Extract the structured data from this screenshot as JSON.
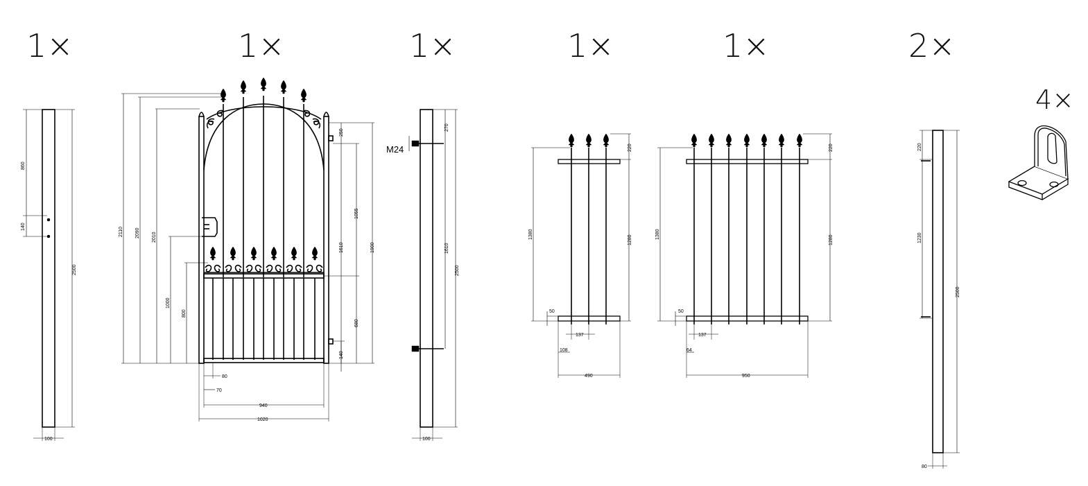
{
  "quantities": {
    "post_left": "1×",
    "gate": "1×",
    "post_hinge": "1×",
    "panel_small": "1×",
    "panel_large": "1×",
    "post_wall": "2×",
    "bracket": "4×"
  },
  "post_left": {
    "d860": "860",
    "d140": "140",
    "d2500": "2500",
    "d100": "100"
  },
  "gate": {
    "d2110": "2110",
    "d2090": "2090",
    "d2010": "2010",
    "d1000": "1000",
    "d800": "800",
    "d250": "250",
    "d1610": "1610",
    "d1055": "1055",
    "d1900": "1900",
    "d680": "680",
    "d140": "140",
    "d80": "80",
    "d70": "70",
    "d940": "940",
    "d1020": "1020"
  },
  "post_hinge": {
    "m24": "M24",
    "d270": "270",
    "d1610": "1610",
    "d2500": "2500",
    "d100": "100"
  },
  "panel_small": {
    "d220": "220",
    "d1380": "1380",
    "d1280": "1280",
    "d50": "50",
    "d137": "137",
    "d108": "108",
    "d490": "490"
  },
  "panel_large": {
    "d220": "220",
    "d1380": "1380",
    "d1280": "1280",
    "d50": "50",
    "d137": "137",
    "d64": "64",
    "d950": "950"
  },
  "post_wall": {
    "d220": "220",
    "d1230": "1230",
    "d2500": "2500",
    "d80": "80"
  }
}
